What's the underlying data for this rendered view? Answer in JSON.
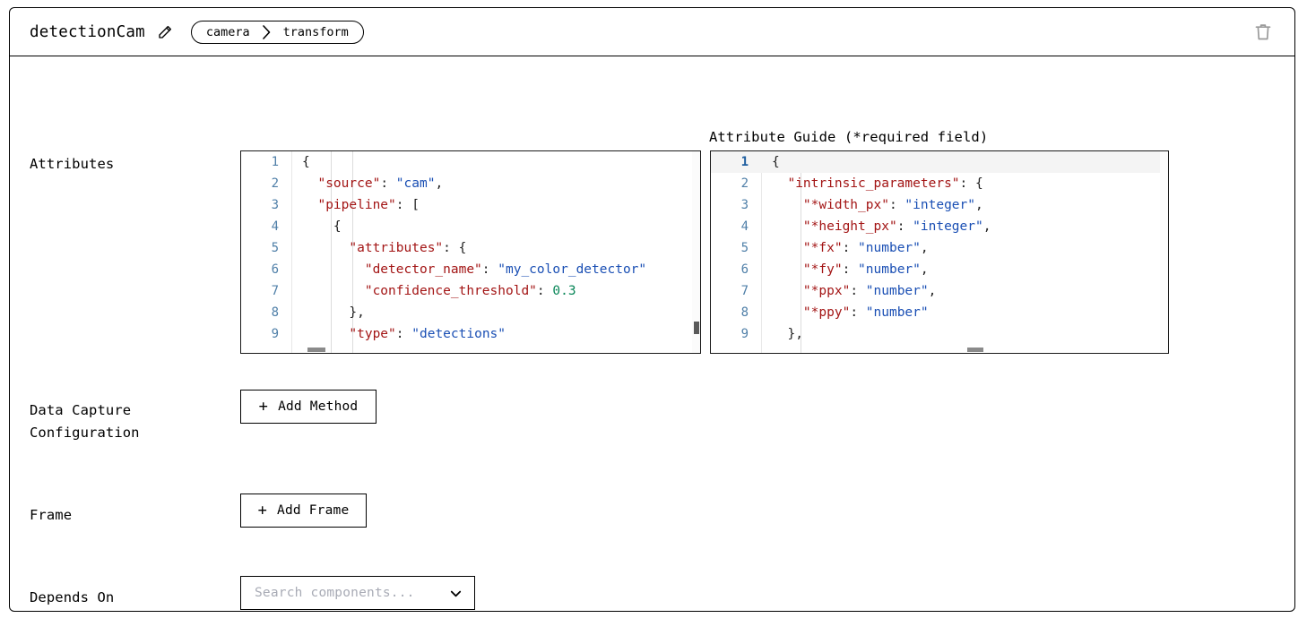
{
  "header": {
    "title": "detectionCam",
    "edit_icon": "pencil-icon",
    "breadcrumb": [
      "camera",
      "transform"
    ],
    "delete_icon": "trash-icon"
  },
  "rows": {
    "attributes_label": "Attributes",
    "data_capture_label": "Data Capture\nConfiguration",
    "frame_label": "Frame",
    "depends_on_label": "Depends On"
  },
  "attributes_editor": {
    "lines": [
      {
        "num": "1",
        "tokens": [
          {
            "t": "{",
            "c": "p"
          }
        ]
      },
      {
        "num": "2",
        "tokens": [
          {
            "t": "  ",
            "c": "p"
          },
          {
            "t": "\"source\"",
            "c": "k"
          },
          {
            "t": ": ",
            "c": "p"
          },
          {
            "t": "\"cam\"",
            "c": "s"
          },
          {
            "t": ",",
            "c": "p"
          }
        ]
      },
      {
        "num": "3",
        "tokens": [
          {
            "t": "  ",
            "c": "p"
          },
          {
            "t": "\"pipeline\"",
            "c": "k"
          },
          {
            "t": ": [",
            "c": "p"
          }
        ]
      },
      {
        "num": "4",
        "tokens": [
          {
            "t": "    {",
            "c": "p"
          }
        ]
      },
      {
        "num": "5",
        "tokens": [
          {
            "t": "      ",
            "c": "p"
          },
          {
            "t": "\"attributes\"",
            "c": "k"
          },
          {
            "t": ": {",
            "c": "p"
          }
        ]
      },
      {
        "num": "6",
        "tokens": [
          {
            "t": "        ",
            "c": "p"
          },
          {
            "t": "\"detector_name\"",
            "c": "k"
          },
          {
            "t": ": ",
            "c": "p"
          },
          {
            "t": "\"my_color_detector\"",
            "c": "s"
          }
        ]
      },
      {
        "num": "7",
        "tokens": [
          {
            "t": "        ",
            "c": "p"
          },
          {
            "t": "\"confidence_threshold\"",
            "c": "k"
          },
          {
            "t": ": ",
            "c": "p"
          },
          {
            "t": "0.3",
            "c": "n"
          }
        ]
      },
      {
        "num": "8",
        "tokens": [
          {
            "t": "      },",
            "c": "p"
          }
        ]
      },
      {
        "num": "9",
        "tokens": [
          {
            "t": "      ",
            "c": "p"
          },
          {
            "t": "\"type\"",
            "c": "k"
          },
          {
            "t": ": ",
            "c": "p"
          },
          {
            "t": "\"detections\"",
            "c": "s"
          }
        ]
      }
    ]
  },
  "guide": {
    "label": "Attribute Guide (*required field)",
    "lines": [
      {
        "num": "1",
        "active": true,
        "tokens": [
          {
            "t": "{",
            "c": "p"
          }
        ]
      },
      {
        "num": "2",
        "tokens": [
          {
            "t": "  ",
            "c": "p"
          },
          {
            "t": "\"intrinsic_parameters\"",
            "c": "k"
          },
          {
            "t": ": {",
            "c": "p"
          }
        ]
      },
      {
        "num": "3",
        "tokens": [
          {
            "t": "    ",
            "c": "p"
          },
          {
            "t": "\"*width_px\"",
            "c": "k"
          },
          {
            "t": ": ",
            "c": "p"
          },
          {
            "t": "\"integer\"",
            "c": "s"
          },
          {
            "t": ",",
            "c": "p"
          }
        ]
      },
      {
        "num": "4",
        "tokens": [
          {
            "t": "    ",
            "c": "p"
          },
          {
            "t": "\"*height_px\"",
            "c": "k"
          },
          {
            "t": ": ",
            "c": "p"
          },
          {
            "t": "\"integer\"",
            "c": "s"
          },
          {
            "t": ",",
            "c": "p"
          }
        ]
      },
      {
        "num": "5",
        "tokens": [
          {
            "t": "    ",
            "c": "p"
          },
          {
            "t": "\"*fx\"",
            "c": "k"
          },
          {
            "t": ": ",
            "c": "p"
          },
          {
            "t": "\"number\"",
            "c": "s"
          },
          {
            "t": ",",
            "c": "p"
          }
        ]
      },
      {
        "num": "6",
        "tokens": [
          {
            "t": "    ",
            "c": "p"
          },
          {
            "t": "\"*fy\"",
            "c": "k"
          },
          {
            "t": ": ",
            "c": "p"
          },
          {
            "t": "\"number\"",
            "c": "s"
          },
          {
            "t": ",",
            "c": "p"
          }
        ]
      },
      {
        "num": "7",
        "tokens": [
          {
            "t": "    ",
            "c": "p"
          },
          {
            "t": "\"*ppx\"",
            "c": "k"
          },
          {
            "t": ": ",
            "c": "p"
          },
          {
            "t": "\"number\"",
            "c": "s"
          },
          {
            "t": ",",
            "c": "p"
          }
        ]
      },
      {
        "num": "8",
        "tokens": [
          {
            "t": "    ",
            "c": "p"
          },
          {
            "t": "\"*ppy\"",
            "c": "k"
          },
          {
            "t": ": ",
            "c": "p"
          },
          {
            "t": "\"number\"",
            "c": "s"
          }
        ]
      },
      {
        "num": "9",
        "tokens": [
          {
            "t": "  },",
            "c": "p"
          }
        ]
      }
    ]
  },
  "buttons": {
    "add_method": "Add Method",
    "add_frame": "Add Frame",
    "plus": "+"
  },
  "depends_on": {
    "placeholder": "Search components...",
    "chevron_icon": "chevron-down-icon"
  },
  "colors": {
    "border": "#000000",
    "key": "#a31515",
    "string": "#1a4fb4",
    "number": "#098658",
    "gutter": "#4f7fa8",
    "placeholder": "#a8abb5",
    "trash": "#9a9a9a"
  }
}
